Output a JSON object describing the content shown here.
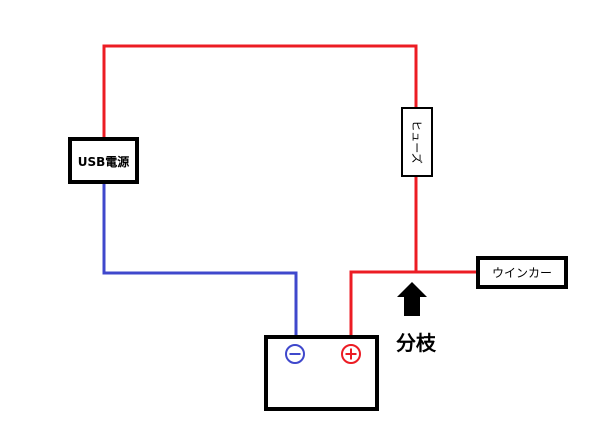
{
  "components": {
    "usb_power": {
      "label": "USB電源"
    },
    "fuse": {
      "label": "ヒューズ"
    },
    "turn_signal": {
      "label": "ウインカー"
    },
    "battery": {
      "negative_symbol": "⊖",
      "positive_symbol": "⊕"
    }
  },
  "annotation": {
    "branch_label": "分枝"
  },
  "colors": {
    "positive_wire": "#ec1c24",
    "negative_wire": "#3f48cc",
    "outline": "#000000"
  }
}
